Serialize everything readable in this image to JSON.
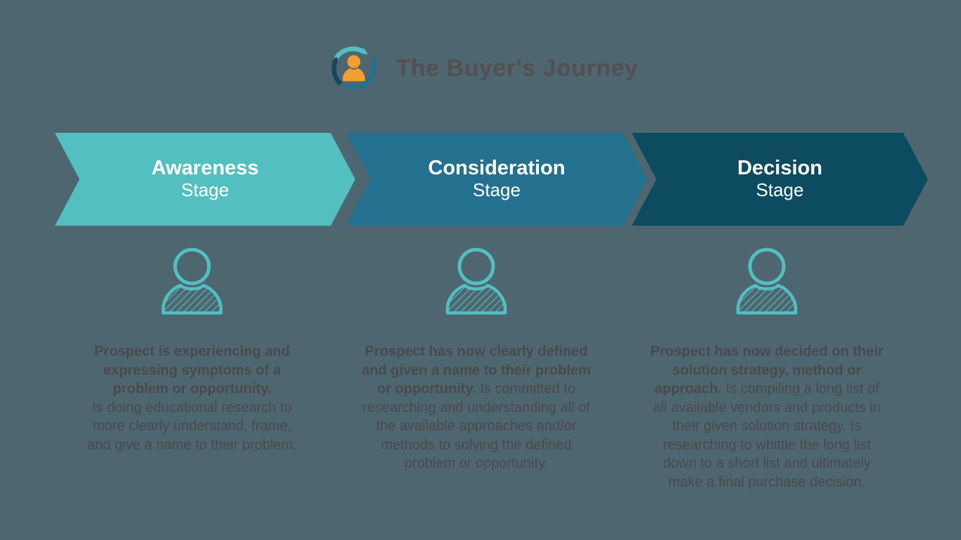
{
  "background_color": "#4D6670",
  "header": {
    "title": "The Buyer's Journey",
    "logo_icon": "cycle-arrows-person-icon"
  },
  "colors": {
    "background": "#4D6670",
    "teal": "#53BFC0",
    "steel_blue": "#24708F",
    "dark_teal": "#0C4B60",
    "logo_navy": "#15485C",
    "logo_orange": "#F0A033",
    "title_gray": "#545052",
    "body_gray": "#4A4A4C",
    "stage_text": "#FFFFFF"
  },
  "stages": [
    {
      "heading": "Awareness",
      "subheading": "Stage",
      "arrow_color": "#53BFC0",
      "icon": "person-hatched-icon",
      "description_bold": "Prospect is experiencing and\nexpressing symptoms of a\nproblem or opportunity.\n",
      "description_rest": "Is doing educational research to\nmore clearly understand, frame,\nand give a name to their problem."
    },
    {
      "heading": "Consideration",
      "subheading": "Stage",
      "arrow_color": "#24708F",
      "icon": "person-hatched-icon",
      "description_bold": "Prospect has now clearly defined\nand given a name to their problem\nor opportunity. ",
      "description_rest": "Is committed to\nresearching and understanding all of\nthe available approaches and/or\nmethods to solving the defined\nproblem or opportunity."
    },
    {
      "heading": "Decision",
      "subheading": "Stage",
      "arrow_color": "#0C4B60",
      "icon": "person-hatched-icon",
      "description_bold": "Prospect has now decided on their\nsolution strategy, method or\napproach. ",
      "description_rest": "Is compiling a long list of\nall available vendors and products in\ntheir given solution strategy. Is\nresearching to whittle the long list\ndown to a short list and ultimately\nmake a final purchase decision."
    }
  ]
}
